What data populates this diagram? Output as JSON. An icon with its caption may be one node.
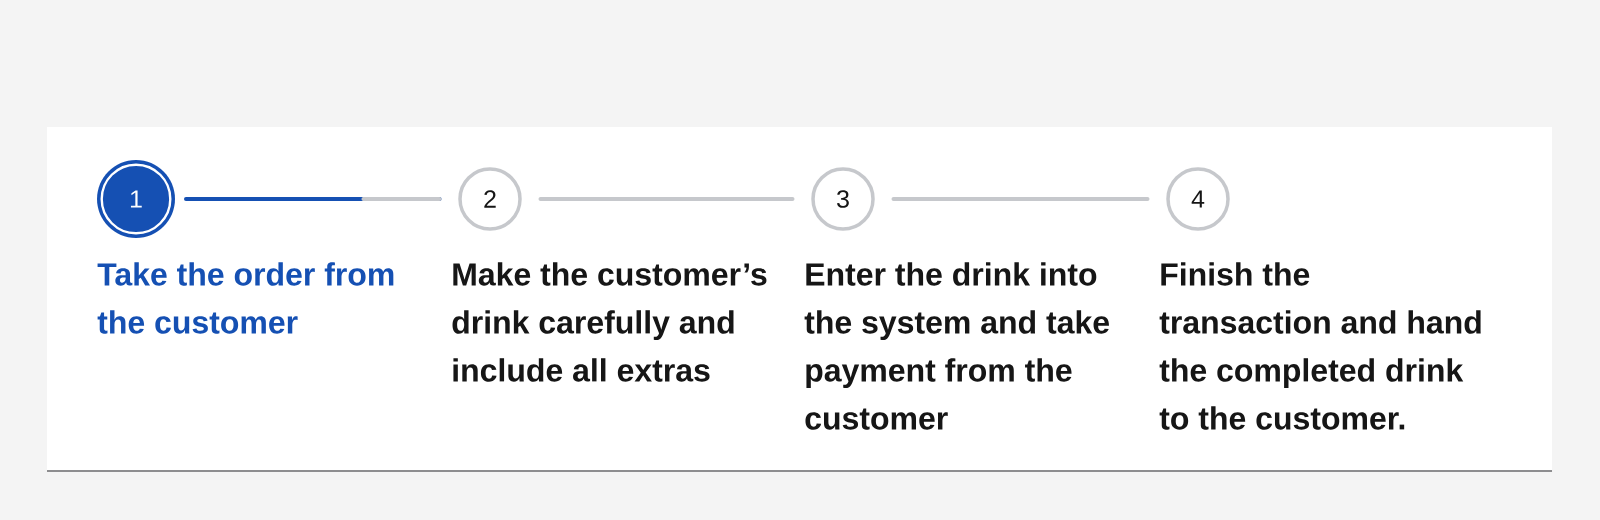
{
  "diagram": {
    "nodes": [
      {
        "text": [
          "1"
        ],
        "beside": [
          "Take the order from the customer"
        ]
      },
      {
        "text": [
          "2"
        ],
        "beside": [
          "Make the customer’s drink carefully and include all extras"
        ]
      },
      {
        "text": [
          "3"
        ],
        "beside": [
          "Enter the drink into the system and take payment from the customer"
        ]
      },
      {
        "text": [
          "4"
        ],
        "beside": [
          "Finish the transaction and hand the completed drink to the customer."
        ]
      }
    ],
    "edges": [
      {
        "from": 0,
        "to": 1,
        "arrow": "none",
        "color": "#1550b3"
      },
      {
        "from": 1,
        "to": 2,
        "arrow": "none"
      },
      {
        "from": 2,
        "to": 3,
        "arrow": "none"
      }
    ]
  }
}
